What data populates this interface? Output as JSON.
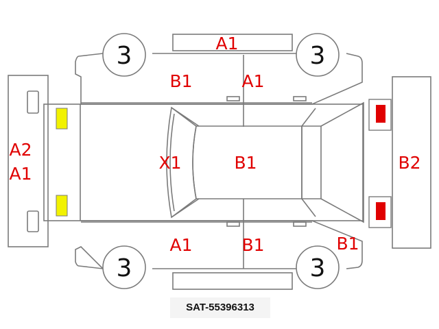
{
  "wheels": [
    "3",
    "3",
    "3",
    "3"
  ],
  "marks": {
    "roof": "B1",
    "hood": "X1",
    "front_bumper_top": "A2",
    "front_bumper_bottom": "A1",
    "rear_bumper": "B2",
    "top_door_front": "B1",
    "top_door_rear": "A1",
    "top_rocker": "A1",
    "bottom_door_front": "A1",
    "bottom_door_rear": "B1",
    "bottom_rear_fender": "B1"
  },
  "colors": {
    "mark": "#e00000",
    "outline": "#7a7a7a",
    "headlight": "#f2f200",
    "taillight": "#e00000"
  },
  "footer": {
    "code": "SAT-55396313"
  }
}
